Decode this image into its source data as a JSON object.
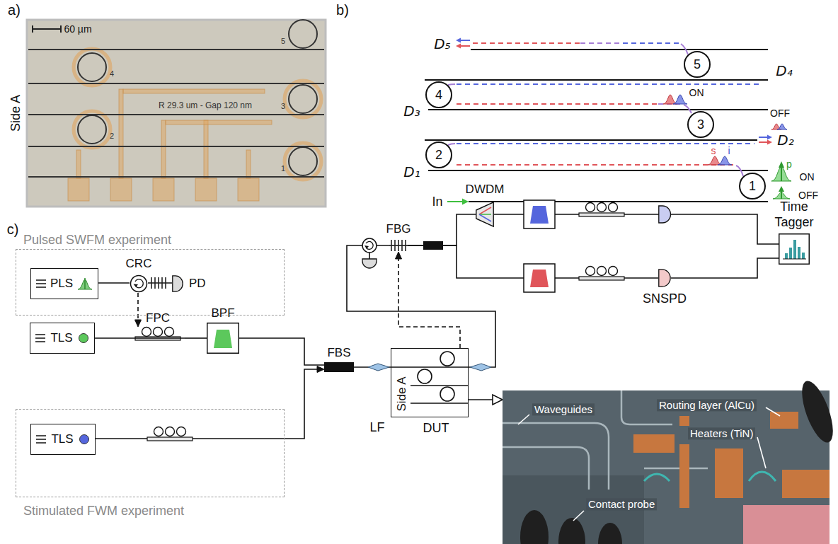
{
  "diagram": {
    "nodes": [
      {
        "text": [
          "5"
        ]
      },
      {
        "text": [
          "4"
        ]
      },
      {
        "text": [
          "3"
        ]
      },
      {
        "text": [
          "2"
        ]
      },
      {
        "text": [
          "1"
        ]
      },
      {
        "text": [
          "Pulsed SWFM experiment"
        ]
      },
      {
        "text": [
          "PLS"
        ],
        "in": 5
      },
      {
        "text": [
          "CRC"
        ],
        "in": 5
      },
      {
        "text": [
          "PD"
        ],
        "in": 5
      },
      {
        "text": [
          "TLS"
        ]
      },
      {
        "text": [
          "FPC"
        ]
      },
      {
        "text": [
          "BPF"
        ]
      },
      {
        "text": [
          "FBS"
        ]
      },
      {
        "text": [
          "Side A",
          "DUT"
        ]
      },
      {
        "text": [
          "Stimulated FWM experiment"
        ]
      },
      {
        "text": [
          "TLS"
        ],
        "in": 14
      },
      {
        "text": [
          "FBG"
        ]
      },
      {
        "text": [
          "DWDM"
        ]
      },
      {
        "text": [
          "SNSPD"
        ]
      },
      {
        "text": [
          "Time Tagger"
        ]
      },
      {
        "text": [
          "Waveguides",
          "Routing layer (AlCu)",
          "Heaters (TiN)",
          "Contact probe"
        ]
      }
    ],
    "edges": [
      {
        "from": 6,
        "to": 7,
        "arrow": "none"
      },
      {
        "from": 7,
        "to": 8,
        "arrow": "none"
      },
      {
        "from": 7,
        "to": 10,
        "arrow": "to"
      },
      {
        "from": 9,
        "to": 10,
        "arrow": "none"
      },
      {
        "from": 10,
        "to": 11,
        "arrow": "none"
      },
      {
        "from": 11,
        "to": 12,
        "arrow": "none"
      },
      {
        "from": 15,
        "to": 12,
        "arrow": "to"
      },
      {
        "from": 12,
        "to": 13,
        "arrow": "none"
      },
      {
        "from": 13,
        "to": 16,
        "arrow": "none"
      },
      {
        "from": 13,
        "to": 16,
        "arrow": "to"
      },
      {
        "from": 16,
        "to": 17,
        "arrow": "none"
      },
      {
        "from": 16,
        "to": 18,
        "arrow": "none"
      },
      {
        "from": 17,
        "to": 19,
        "arrow": "none"
      },
      {
        "from": 18,
        "to": 19,
        "arrow": "none"
      },
      {
        "from": 13,
        "to": 20,
        "arrow": "to"
      }
    ],
    "labels": [
      "a)",
      "b)",
      "c)",
      "60 µm",
      "Side A",
      "5",
      "4",
      "3",
      "2",
      "1",
      "R 29.3 um - Gap 120 nm",
      "D₅",
      "D₄",
      "D₃",
      "D₂",
      "D₁",
      "In",
      "ON",
      "OFF",
      "s",
      "i",
      "p",
      "ON",
      "OFF",
      "LF"
    ]
  }
}
